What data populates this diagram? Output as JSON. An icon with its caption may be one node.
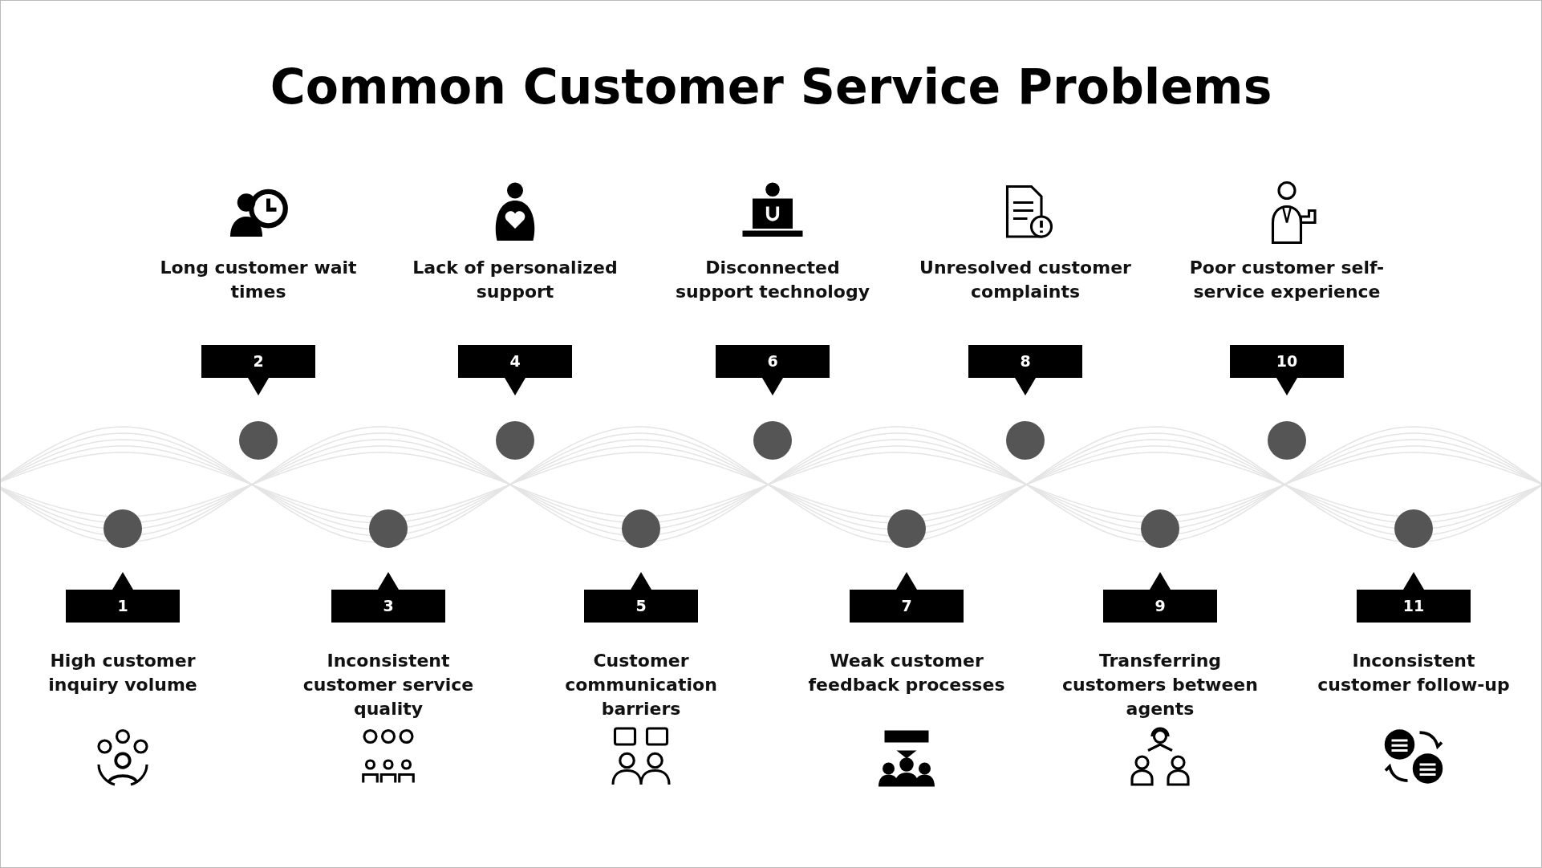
{
  "diagram": {
    "title": "Common Customer Service Problems",
    "nodes": [
      {
        "text": [
          "1"
        ],
        "beside": [
          "High customer inquiry volume"
        ]
      },
      {
        "text": [
          "2"
        ],
        "beside": [
          "Long customer wait times"
        ]
      },
      {
        "text": [
          "3"
        ],
        "beside": [
          "Inconsistent customer service quality"
        ]
      },
      {
        "text": [
          "4"
        ],
        "beside": [
          "Lack of personalized support"
        ]
      },
      {
        "text": [
          "5"
        ],
        "beside": [
          "Customer communication barriers"
        ]
      },
      {
        "text": [
          "6"
        ],
        "beside": [
          "Disconnected support technology"
        ]
      },
      {
        "text": [
          "7"
        ],
        "beside": [
          "Weak customer feedback processes"
        ]
      },
      {
        "text": [
          "8"
        ],
        "beside": [
          "Unresolved customer complaints"
        ]
      },
      {
        "text": [
          "9"
        ],
        "beside": [
          "Transferring customers between agents"
        ]
      },
      {
        "text": [
          "10"
        ],
        "beside": [
          "Poor customer self-service experience"
        ]
      },
      {
        "text": [
          "11"
        ],
        "beside": [
          "Inconsistent customer follow-up"
        ]
      }
    ]
  }
}
